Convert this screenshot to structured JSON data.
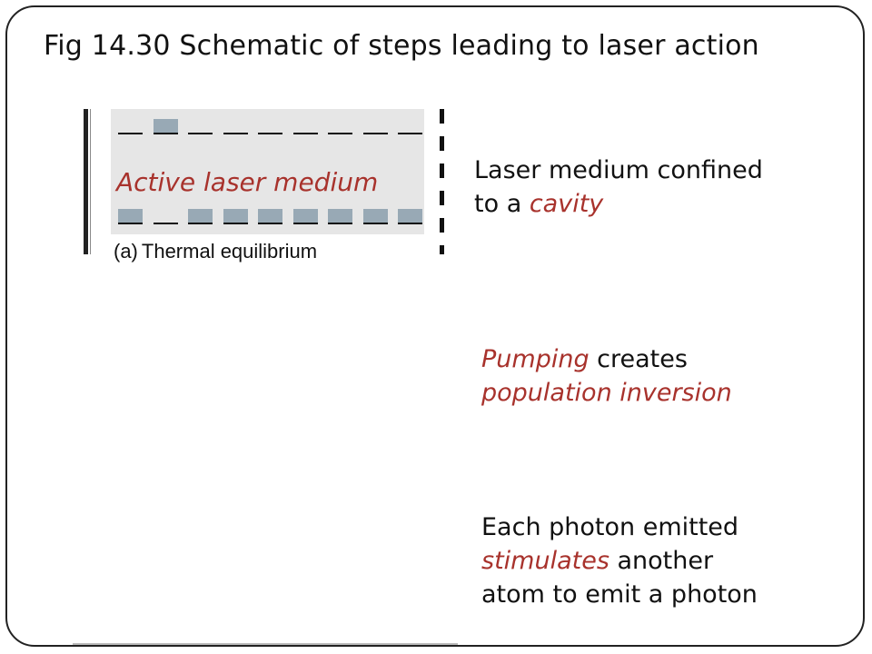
{
  "slide": {
    "title": "Fig 14.30  Schematic of steps leading to laser action"
  },
  "figure": {
    "medium_label": "Active laser medium",
    "caption_letter": "(a)",
    "caption_text": "Thermal equilibrium",
    "upper_level_occupied": [
      false,
      true,
      false,
      false,
      false,
      false,
      false,
      false,
      false
    ],
    "lower_level_occupied": [
      true,
      false,
      true,
      true,
      true,
      true,
      true,
      true,
      true
    ],
    "atom_color": "#98a9b5",
    "highlight_color": "#a8322c"
  },
  "notes": {
    "cavity": {
      "line1": "Laser medium confined",
      "line2_prefix": "to a ",
      "line2_highlight": "cavity"
    },
    "pumping": {
      "line1_highlight": "Pumping",
      "line1_suffix": " creates",
      "line2_highlight": "population inversion"
    },
    "stimulates": {
      "line1": "Each photon emitted",
      "line2_highlight": "stimulates",
      "line2_suffix": " another",
      "line3": "atom to emit a photon"
    }
  }
}
